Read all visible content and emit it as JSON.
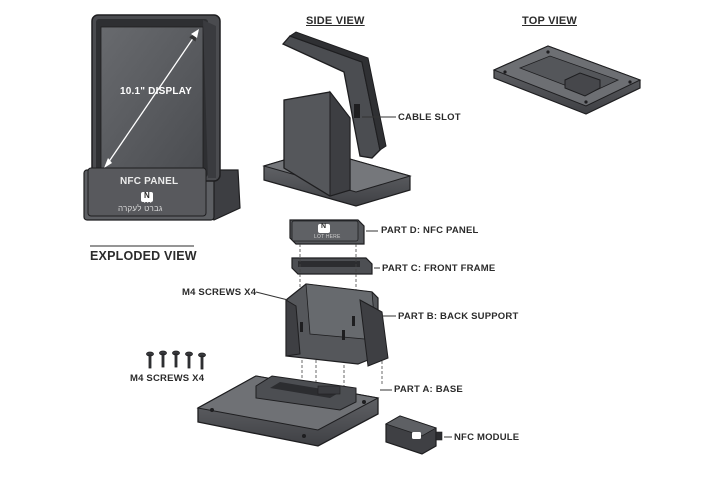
{
  "views": {
    "side_view": "SIDE VIEW",
    "top_view": "TOP VIEW",
    "exploded_view": "EXPLODED VIEW"
  },
  "front_view": {
    "display_label": "10.1\" DISPLAY",
    "nfc_panel_label": "NFC PANEL",
    "nfc_logo_text": "N",
    "hebrew_text": "גברט לעקרה"
  },
  "side": {
    "cable_slot_label": "CABLE SLOT"
  },
  "exploded": {
    "part_d": "PART D: NFC PANEL",
    "part_c": "PART C: FRONT FRAME",
    "part_b": "PART B: BACK SUPPORT",
    "part_a": "PART A: BASE",
    "nfc_module": "NFC MODULE",
    "screws_upper": "M4 SCREWS x4",
    "screws_lower": "M4 SCREWS x4",
    "panel_logo": "N",
    "panel_text": "LOT HERE"
  },
  "colors": {
    "body_dark": "#3c3d40",
    "body_mid": "#55575b",
    "body_light": "#7b7d81",
    "screen": "#5a5c60",
    "outline": "#1e1e20",
    "text": "#2b2b2b"
  }
}
